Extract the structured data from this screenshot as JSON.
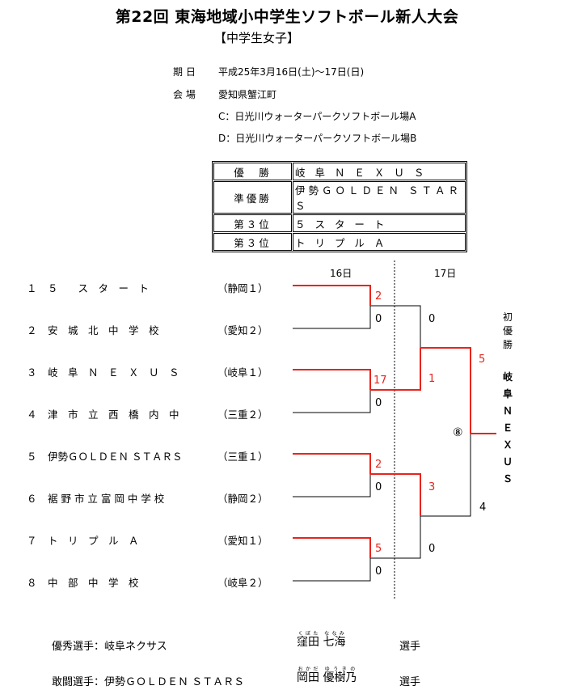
{
  "header": {
    "title": "第22回 東海地域小中学生ソフトボール新人大会",
    "category": "【中学生女子】"
  },
  "info": {
    "date_label": "期 日",
    "date_value": "平成25年3月16日(土)～17日(日)",
    "venue_label": "会 場",
    "venue_value": "愛知県蟹江町",
    "field_c": "C：日光川ウォーターパークソフトボール場A",
    "field_d": "D：日光川ウォーターパークソフトボール場B"
  },
  "results": [
    {
      "place": "優　勝",
      "team": "岐 阜 Ｎ Ｅ Ｘ Ｕ Ｓ"
    },
    {
      "place": "準優勝",
      "team": "伊勢ＧＯＬＤＥＮ ＳＴＡＲＳ"
    },
    {
      "place": "第３位",
      "team": "５ ス タ ー ト"
    },
    {
      "place": "第３位",
      "team": "ト リ プ ル Ａ"
    }
  ],
  "day_labels": [
    "16日",
    "17日"
  ],
  "teams": [
    {
      "num": "１",
      "name": "５　　ス　タ　ー　ト",
      "pref": "（静岡１）"
    },
    {
      "num": "２",
      "name": "安　城　北　中　学　校",
      "pref": "（愛知２）"
    },
    {
      "num": "３",
      "name": "岐　阜　Ｎ　Ｅ　Ｘ　Ｕ　Ｓ",
      "pref": "（岐阜１）"
    },
    {
      "num": "４",
      "name": "津　市　立　西　橋　内　中",
      "pref": "（三重２）"
    },
    {
      "num": "５",
      "name": "伊勢ＧＯＬＤＥＮ ＳＴＡＲＳ",
      "pref": "（三重１）"
    },
    {
      "num": "６",
      "name": "裾 野 市 立 富 岡 中 学 校",
      "pref": "（静岡２）"
    },
    {
      "num": "７",
      "name": "ト　リ　プ　ル　Ａ",
      "pref": "（愛知１）"
    },
    {
      "num": "８",
      "name": "中　部　中　学　校",
      "pref": "（岐阜２）"
    }
  ],
  "scores": {
    "m1_top": "2",
    "m1_bottom": "0",
    "m2_top": "17",
    "m2_bottom": "0",
    "m3_top": "2",
    "m3_bottom": "0",
    "m4_top": "5",
    "m4_bottom": "0",
    "sf1_top": "0",
    "sf1_bottom": "1",
    "sf2_top": "3",
    "sf2_bottom": "0",
    "final_top": "5",
    "final_bottom": "4"
  },
  "final_game_no": "⑧",
  "champion_label": [
    "初",
    "優",
    "勝"
  ],
  "champion_name": [
    "岐",
    "阜",
    "Ｎ",
    "Ｅ",
    "Ｘ",
    "Ｕ",
    "Ｓ"
  ],
  "colors": {
    "winner_line": "#e8241c",
    "loser_line": "#000000"
  },
  "awards": {
    "mvp_label": "優秀選手：岐阜ネクサス",
    "mvp_surname": "窪田",
    "mvp_surname_ruby": "くぼた",
    "mvp_given": "七海",
    "mvp_given_ruby": "ななみ",
    "fight_label": "敢闘選手：伊勢ＧＯＬＤＥＮ ＳＴＡＲＳ",
    "fight_surname": "岡田",
    "fight_surname_ruby": "おかだ",
    "fight_given": "優樹乃",
    "fight_given_ruby": "ゆうきの",
    "suffix": "選手"
  }
}
